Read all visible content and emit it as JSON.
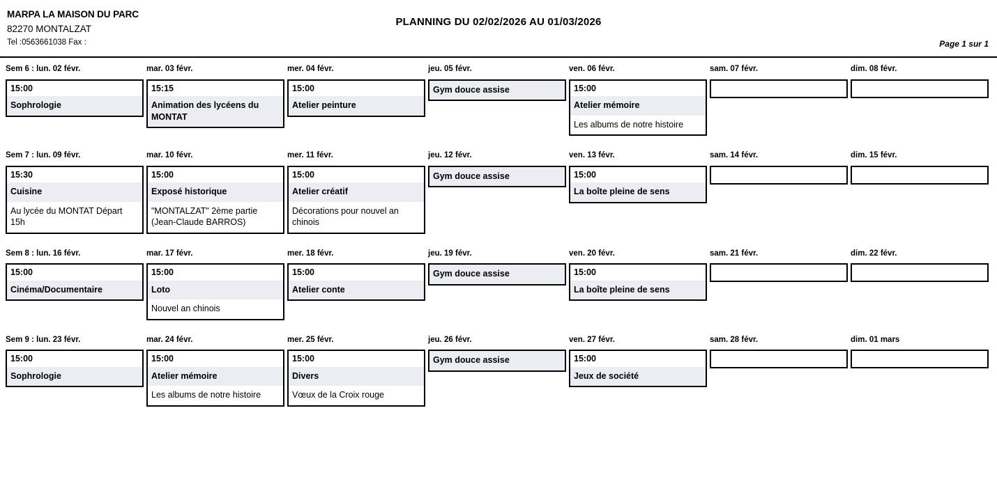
{
  "header": {
    "org_name": "MARPA LA MAISON DU PARC",
    "org_city": "82270 MONTALZAT",
    "org_tel": "Tel :0563661038 Fax :",
    "title": "PLANNING DU 02/02/2026 AU 01/03/2026",
    "page_count": "Page 1 sur 1"
  },
  "colors": {
    "title_row_background": "#ecedf2",
    "cell_border": "#000000",
    "text": "#000000",
    "page_background": "#ffffff"
  },
  "weeks": [
    {
      "days": [
        {
          "label": "Sem 6 : lun. 02 févr.",
          "event": {
            "time": "15:00",
            "title": "Sophrologie",
            "desc": ""
          }
        },
        {
          "label": "mar. 03 févr.",
          "event": {
            "time": "15:15",
            "title": "Animation des lycéens du MONTAT",
            "desc": ""
          }
        },
        {
          "label": "mer. 04 févr.",
          "event": {
            "time": "15:00",
            "title": "Atelier peinture",
            "desc": ""
          }
        },
        {
          "label": "jeu. 05 févr.",
          "event": {
            "time": "",
            "title": "Gym douce assise",
            "desc": ""
          }
        },
        {
          "label": "ven. 06 févr.",
          "event": {
            "time": "15:00",
            "title": "Atelier mémoire",
            "desc": "Les albums de notre histoire"
          }
        },
        {
          "label": "sam. 07 févr.",
          "event": {
            "time": "",
            "title": "",
            "desc": ""
          }
        },
        {
          "label": "dim. 08 févr.",
          "event": {
            "time": "",
            "title": "",
            "desc": ""
          }
        }
      ]
    },
    {
      "days": [
        {
          "label": "Sem 7 : lun. 09 févr.",
          "event": {
            "time": "15:30",
            "title": "Cuisine",
            "desc": "Au lycée du MONTAT Départ 15h"
          }
        },
        {
          "label": "mar. 10 févr.",
          "event": {
            "time": "15:00",
            "title": "Exposé historique",
            "desc": "\"MONTALZAT\" 2ème partie (Jean-Claude BARROS)"
          }
        },
        {
          "label": "mer. 11 févr.",
          "event": {
            "time": "15:00",
            "title": "Atelier créatif",
            "desc": "Décorations pour nouvel an chinois"
          }
        },
        {
          "label": "jeu. 12 févr.",
          "event": {
            "time": "",
            "title": "Gym douce assise",
            "desc": ""
          }
        },
        {
          "label": "ven. 13 févr.",
          "event": {
            "time": "15:00",
            "title": "La boîte pleine de sens",
            "desc": ""
          }
        },
        {
          "label": "sam. 14 févr.",
          "event": {
            "time": "",
            "title": "",
            "desc": ""
          }
        },
        {
          "label": "dim. 15 févr.",
          "event": {
            "time": "",
            "title": "",
            "desc": ""
          }
        }
      ]
    },
    {
      "days": [
        {
          "label": "Sem 8 : lun. 16 févr.",
          "event": {
            "time": "15:00",
            "title": "Cinéma/Documentaire",
            "desc": ""
          }
        },
        {
          "label": "mar. 17 févr.",
          "event": {
            "time": "15:00",
            "title": "Loto",
            "desc": "Nouvel an chinois"
          }
        },
        {
          "label": "mer. 18 févr.",
          "event": {
            "time": "15:00",
            "title": "Atelier conte",
            "desc": ""
          }
        },
        {
          "label": "jeu. 19 févr.",
          "event": {
            "time": "",
            "title": "Gym douce assise",
            "desc": ""
          }
        },
        {
          "label": "ven. 20 févr.",
          "event": {
            "time": "15:00",
            "title": "La boîte pleine de sens",
            "desc": ""
          }
        },
        {
          "label": "sam. 21 févr.",
          "event": {
            "time": "",
            "title": "",
            "desc": ""
          }
        },
        {
          "label": "dim. 22 févr.",
          "event": {
            "time": "",
            "title": "",
            "desc": ""
          }
        }
      ]
    },
    {
      "days": [
        {
          "label": "Sem 9 : lun. 23 févr.",
          "event": {
            "time": "15:00",
            "title": "Sophrologie",
            "desc": ""
          }
        },
        {
          "label": "mar. 24 févr.",
          "event": {
            "time": "15:00",
            "title": "Atelier mémoire",
            "desc": "Les albums de notre histoire"
          }
        },
        {
          "label": "mer. 25 févr.",
          "event": {
            "time": "15:00",
            "title": "Divers",
            "desc": "Vœux de la Croix rouge"
          }
        },
        {
          "label": "jeu. 26 févr.",
          "event": {
            "time": "",
            "title": "Gym douce assise",
            "desc": ""
          }
        },
        {
          "label": "ven. 27 févr.",
          "event": {
            "time": "15:00",
            "title": "Jeux de société",
            "desc": ""
          }
        },
        {
          "label": "sam. 28 févr.",
          "event": {
            "time": "",
            "title": "",
            "desc": ""
          }
        },
        {
          "label": "dim. 01 mars",
          "event": {
            "time": "",
            "title": "",
            "desc": ""
          }
        }
      ]
    }
  ]
}
